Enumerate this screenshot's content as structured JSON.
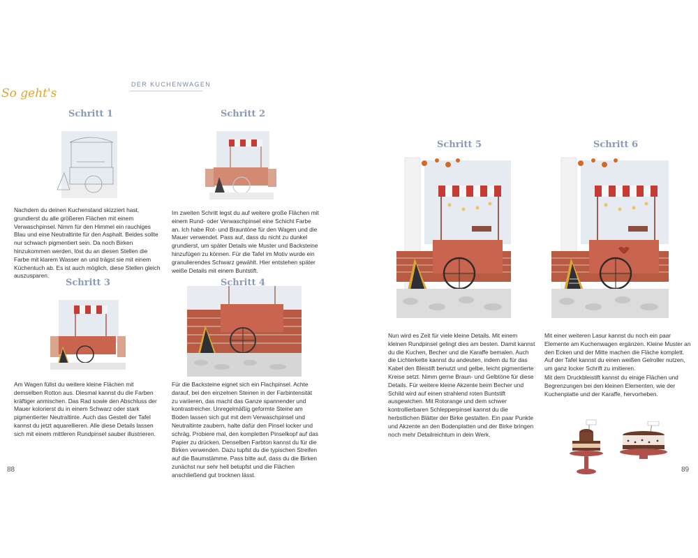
{
  "header": {
    "script_title": "So geht's",
    "section_title": "DER KUCHENWAGEN"
  },
  "steps": [
    {
      "title": "Schritt 1",
      "text": "Nachdem du deinen Kuchenstand skizziert hast, grundierst du alle größeren Flächen mit einem Verwaschpinsel. Nimm für den Himmel ein rauchiges Blau und eine Neutraltinte für den Asphalt. Beides sollte nur schwach pigmentiert sein. Da noch Birken hinzukommen werden, löst du an diesen Stellen die Farbe mit klarem Wasser an und trägst sie mit einem Küchentuch ab. Es ist auch möglich, diese Stellen gleich auszusparen."
    },
    {
      "title": "Schritt 2",
      "text": "Im zweiten Schritt legst du auf weitere große Flächen mit einem Rund- oder Verwaschpinsel eine Schicht Farbe an. Ich habe Rot- und Brauntöne für den Wagen und die Mauer verwendet. Pass auf, dass du nicht zu dunkel grundierst, um später Details wie Muster und Backsteine hinzufügen zu können. Für die Tafel im Motiv wurde ein granulierendes Schwarz gewählt. Hier entstehen später weiße Details mit einem Buntstift."
    },
    {
      "title": "Schritt 3",
      "text": "Am Wagen füllst du weitere kleine Flächen mit demselben Rotton aus. Diesmal kannst du die Farben kräftiger anmischen. Das Rad sowie den Abschluss der Mauer kolorierst du in einem Schwarz oder stark pigmentierter Neutraltinte. Auch das Gestell der Tafel kannst du jetzt aquarellieren. Alle diese Details lassen sich mit einem mittleren Rundpinsel sauber illustrieren."
    },
    {
      "title": "Schritt 4",
      "text": "Für die Backsteine eignet sich ein Flachpinsel. Achte darauf, bei den einzelnen Steinen in der Farbintensität zu variieren, das macht das Ganze spannender und kontrastreicher. Unregelmäßig geformte Steine am Boden lassen sich gut mit dem Verwaschpinsel und Neutraltinte zaubern, halte dafür den Pinsel locker und schräg. Probiere mal, den kompletten Pinselkopf auf das Papier zu drücken. Denselben Farbton kannst du für die Birken verwenden. Dazu tupfst du die typischen Streifen auf die Baumstämme. Pass bitte auf, dass du die Birken zunächst nur sehr hell betupfst und die Flächen anschließend gut trocknen lässt."
    },
    {
      "title": "Schritt 5",
      "text": "Nun wird es Zeit für viele kleine Details. Mit einem kleinen Rundpinsel gelingt dies am besten. Damit kannst du die Kuchen, Becher und die Karaffe bemalen. Auch die Lichterkette kannst du andeuten, indem du für das Kabel den Bleistift benutzt und gelbe, leicht pigmentierte Kreise setzt. Nimm gerne Braun- und Gelbtöne für diese Details. Für weitere kleine Akzente beim Becher und Schild wird auf einen strahlend roten Buntstift ausgewichen. Mit Rotorange und dem schwer kontrollierbaren Schlepperpinsel kannst du die herbstlichen Blätter der Birke gestalten. Ein paar Punkte und Akzente an den Bodenplatten und der Birke bringen noch mehr Detailreichtum in dein Werk."
    },
    {
      "title": "Schritt 6",
      "text": "Mit einer weiteren Lasur kannst du noch ein paar Elemente am Kuchenwagen ergänzen. Kleine Muster an den Ecken und der Mitte machen die Fläche komplett. Auf der Tafel kannst du einen weißen Gelroller nutzen, um ganz locker Schrift zu imitieren.",
      "text2": "Mit dem Druckbleistift kannst du einige Flächen und Begrenzungen bei den kleinen Elementen, wie der Kuchenplatte und der Karaffe, hervorheben."
    }
  ],
  "page_numbers": {
    "left": "88",
    "right": "89"
  },
  "colors": {
    "accent_script": "#d9a633",
    "step_title": "#8b9bb5",
    "cart_red": "#c0624d",
    "stripe_red": "#c63b35",
    "brick": "#b85b42"
  }
}
